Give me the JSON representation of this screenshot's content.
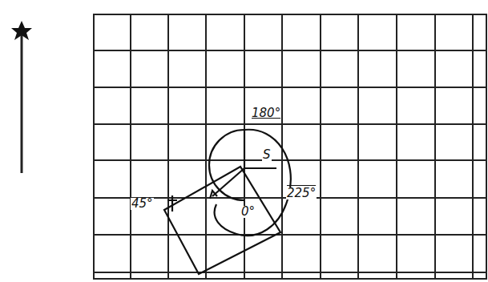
{
  "diagram": {
    "labels": [
      "180°",
      "S",
      "225°",
      "45°",
      "0°"
    ]
  }
}
